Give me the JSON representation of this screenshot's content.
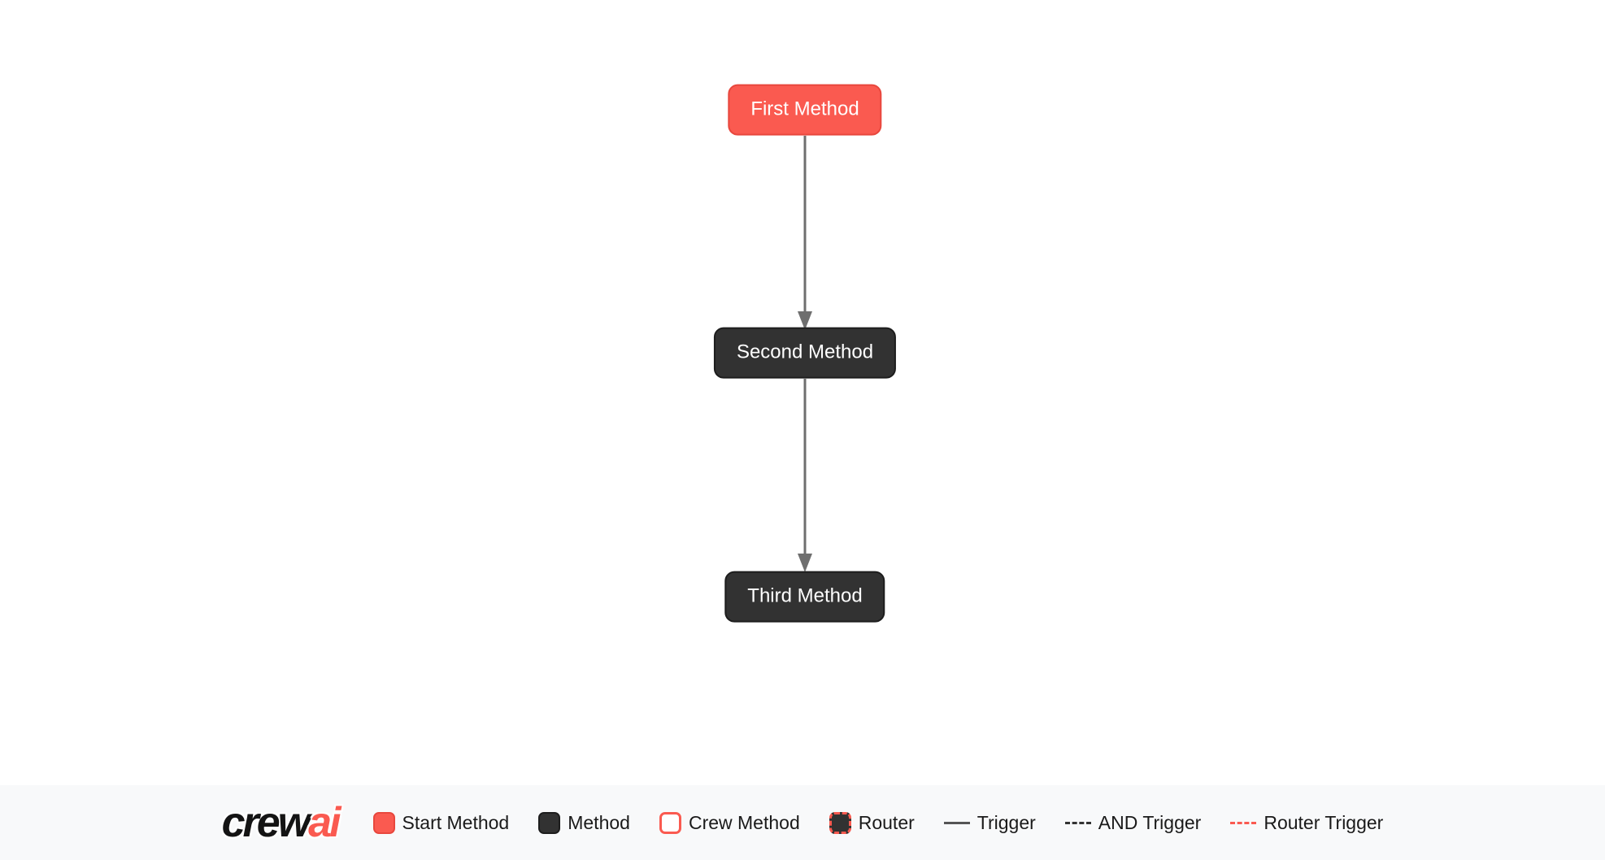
{
  "logo": {
    "text_primary": "crew",
    "text_accent": "ai"
  },
  "nodes": [
    {
      "id": "first_method",
      "label": "First Method",
      "type": "start"
    },
    {
      "id": "second_method",
      "label": "Second Method",
      "type": "method"
    },
    {
      "id": "third_method",
      "label": "Third Method",
      "type": "method"
    }
  ],
  "edges": [
    {
      "from": "first_method",
      "to": "second_method",
      "type": "trigger"
    },
    {
      "from": "second_method",
      "to": "third_method",
      "type": "trigger"
    }
  ],
  "legend": {
    "items": [
      {
        "label": "Start Method",
        "swatch": "start-method-swatch"
      },
      {
        "label": "Method",
        "swatch": "method-swatch"
      },
      {
        "label": "Crew Method",
        "swatch": "crew-method-swatch"
      },
      {
        "label": "Router",
        "swatch": "router-swatch"
      },
      {
        "label": "Trigger",
        "swatch": "trigger-line-swatch"
      },
      {
        "label": "AND Trigger",
        "swatch": "and-trigger-line-swatch"
      },
      {
        "label": "Router Trigger",
        "swatch": "router-trigger-line-swatch"
      }
    ]
  },
  "colors": {
    "start_node": "#fa5a50",
    "start_node_border": "#e8473d",
    "method_node": "#323232",
    "edge": "#6f6f6f",
    "legend_bg": "#f8f9fa",
    "node_text": "#ffffff",
    "legend_text": "#1a1a1a"
  }
}
